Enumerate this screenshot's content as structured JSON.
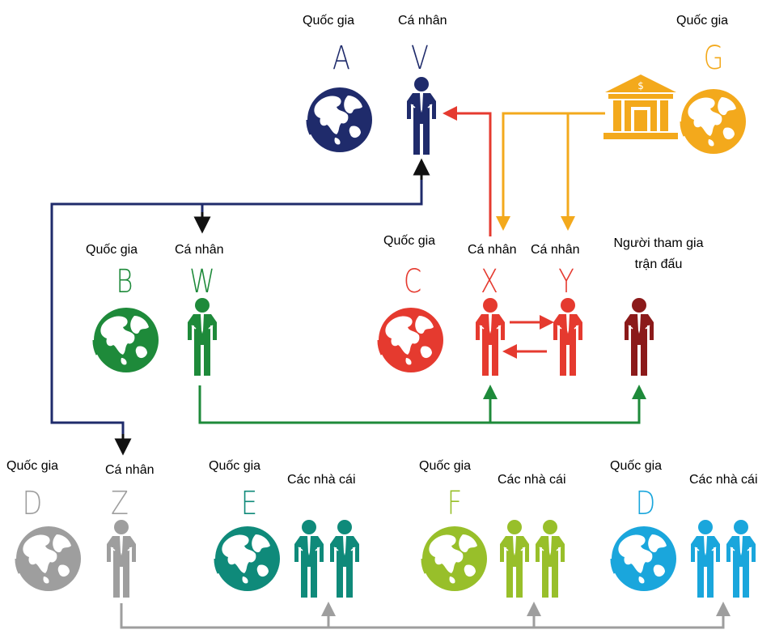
{
  "colors": {
    "navy": "#1f2b6b",
    "gold": "#f3a91c",
    "green": "#1e8a3a",
    "red": "#e53a2f",
    "maroon": "#8b1a1a",
    "grey": "#9e9e9e",
    "teal": "#0f8a7a",
    "lime": "#98bf2a",
    "sky": "#1aa6dc",
    "black": "#111111"
  },
  "labels": {
    "country": "Quốc gia",
    "individual": "Cá nhân",
    "match_player": "Người tham gia trận đấu",
    "bookmakers": "Các nhà  cái"
  },
  "nodes": {
    "A": "A",
    "V": "V",
    "G": "G",
    "B": "B",
    "W": "W",
    "C": "C",
    "X": "X",
    "Y": "Y",
    "D1": "D",
    "Z": "Z",
    "E": "E",
    "F": "F",
    "D2": "D"
  }
}
